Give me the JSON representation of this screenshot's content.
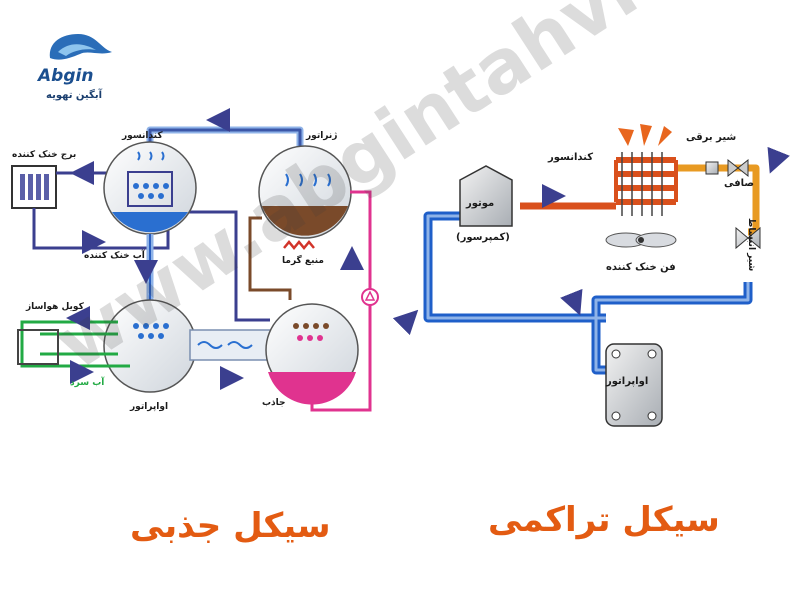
{
  "logo": {
    "brand": "Abgin",
    "subtitle": "آبگین تهویه"
  },
  "absorption": {
    "title": "سیکل جذبی",
    "labels": {
      "cooling_tower": "برج خنک کننده",
      "condenser": "کندانسور",
      "generator": "ژنراتور",
      "heat_source": "منبع گرما",
      "cooling_water": "آب خنک کننده",
      "ac_coil": "کویل هواساز",
      "cold_water": "آب سرد",
      "evaporator": "اواپراتور",
      "absorber": "جاذب"
    }
  },
  "compression": {
    "title": "سیکل تراکمی",
    "labels": {
      "condenser": "کندانسور",
      "solenoid_valve": "شیر برقی",
      "filter": "صافی",
      "motor": "موتور",
      "compressor": "(کمپرسور)",
      "cooling_fan": "فن خنک کننده",
      "expansion_valve": "شیر انبساط",
      "evaporator": "اواپراتور"
    }
  },
  "watermark": "www.abgintahvieh.com",
  "colors": {
    "title": "#e35b12",
    "pipe_navy": "#3b3f8f",
    "pipe_blue": "#1f5fc9",
    "pipe_light": "#8fb3e8",
    "pipe_green": "#22aa44",
    "pipe_pink": "#e0338f",
    "pipe_brown": "#7a4a2a",
    "hot_line": "#d9501c",
    "warm_line": "#e89a22",
    "logo": "#1b4f8f"
  }
}
